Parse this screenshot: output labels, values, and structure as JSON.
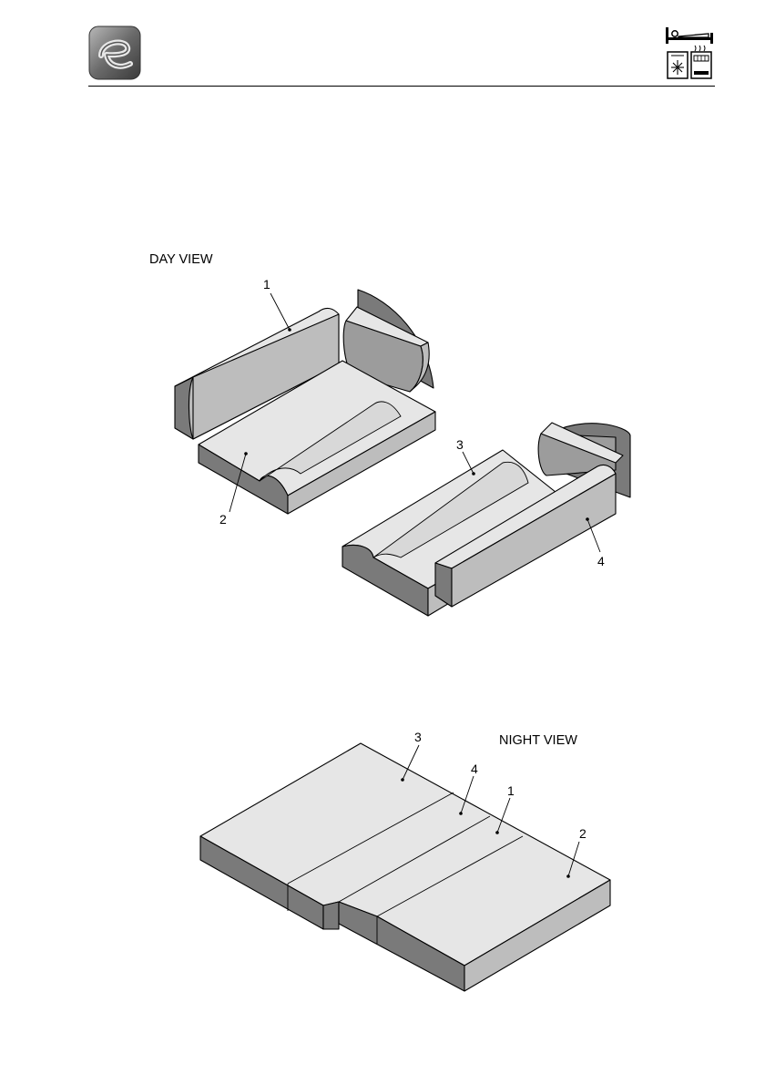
{
  "header": {
    "logo_icon": "brand-e-logo-icon",
    "mode_icons": [
      "bed-icon",
      "snowflake-panel-icon",
      "heater-panel-icon"
    ]
  },
  "day_view": {
    "title": "DAY VIEW",
    "callouts": [
      "1",
      "2",
      "3",
      "4"
    ]
  },
  "night_view": {
    "title": "NIGHT VIEW",
    "callouts": [
      "3",
      "4",
      "1",
      "2"
    ]
  }
}
